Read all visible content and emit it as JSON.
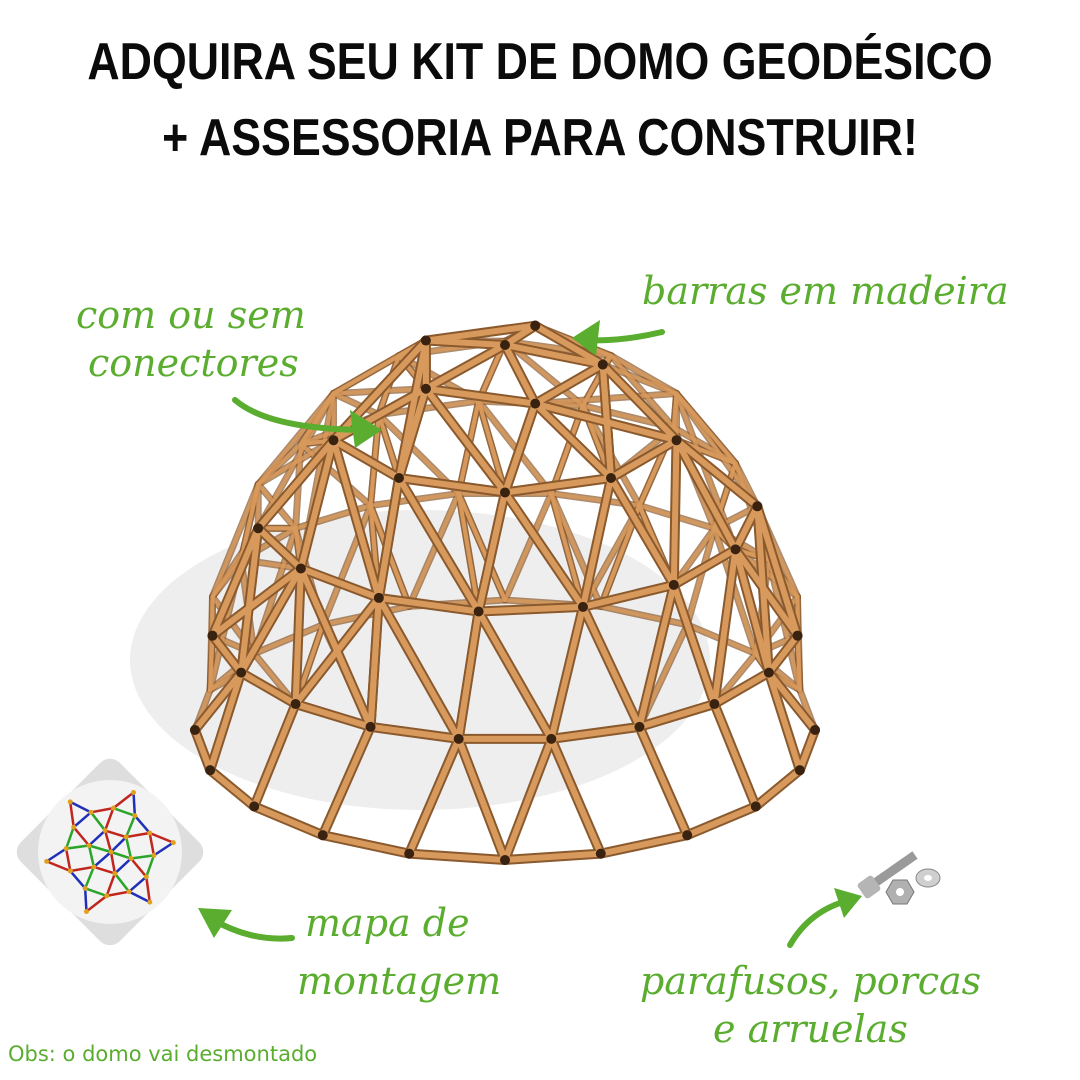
{
  "headline": {
    "line1": "ADQUIRA SEU KIT DE DOMO GEODÉSICO",
    "line2": "+ ASSESSORIA PARA CONSTRUIR!"
  },
  "callouts": {
    "wood_bars": "barras em madeira",
    "connectors_line1": "com ou sem",
    "connectors_line2": "conectores",
    "map_line1": "mapa de",
    "map_line2": "montagem",
    "hardware_line1": "parafusos, porcas",
    "hardware_line2": "e arruelas"
  },
  "footnote": "Obs: o domo vai desmontado",
  "colors": {
    "accent_green": "#5aad2e",
    "wood": "#d89a5c",
    "headline": "#0b0b0b",
    "map_blue": "#1f2fb8",
    "map_green": "#2aa52a",
    "map_red": "#c0261d"
  },
  "icons": [
    "arrow-icon",
    "geodesic-dome-image",
    "assembly-map-image",
    "bolt-nut-washer-image"
  ]
}
